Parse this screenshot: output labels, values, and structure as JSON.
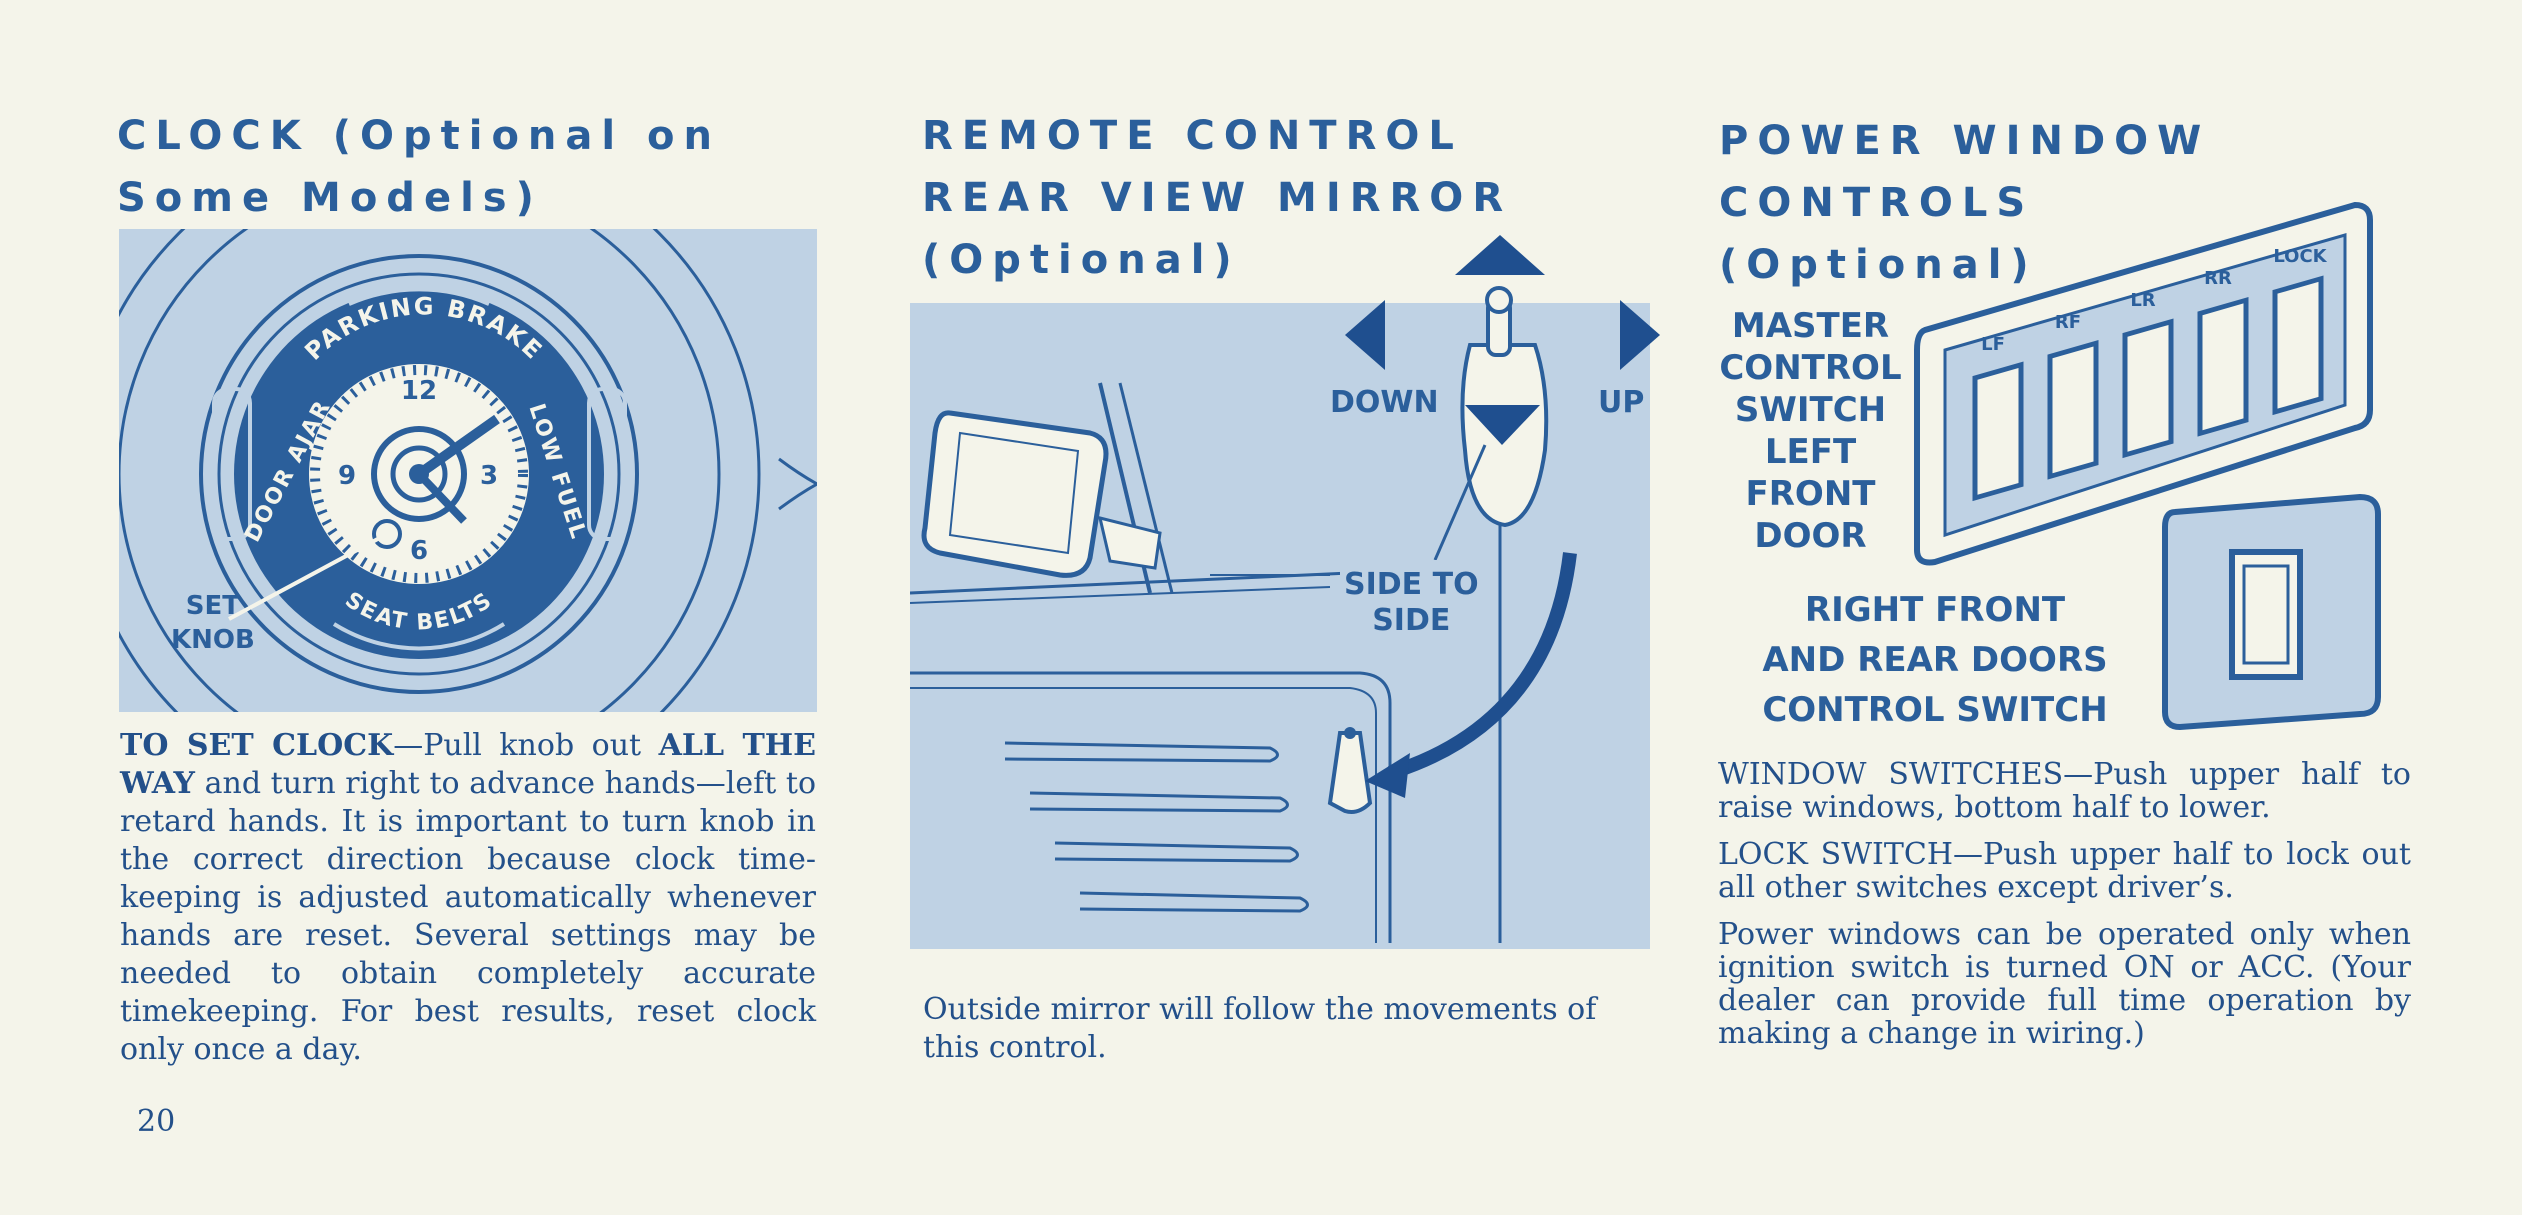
{
  "clock": {
    "heading_line1": "CLOCK (Optional on",
    "heading_line2": "Some Models)",
    "dial": {
      "top_label": "PARKING BRAKE",
      "left_label": "DOOR AJAR",
      "right_label": "LOW FUEL",
      "bottom_label": "SEAT BELTS",
      "numerals": [
        "12",
        "3",
        "6",
        "9"
      ]
    },
    "callout_set": "SET",
    "callout_knob": "KNOB",
    "lead": "TO SET CLOCK",
    "dash": "—",
    "text_1": "Pull knob out ",
    "emphasis": "ALL THE WAY",
    "text_2": " and turn right to advance hands—left to retard hands. It is important to turn knob in the correct direction because clock time-keeping is adjusted automatically whenever hands are reset. Several settings may be needed to obtain completely accurate timekeeping. For best results, reset clock only once a day."
  },
  "mirror": {
    "heading_line1": "REMOTE CONTROL",
    "heading_line2": "REAR VIEW MIRROR",
    "heading_line3": "(Optional)",
    "label_down": "DOWN",
    "label_up": "UP",
    "label_side_line1": "SIDE TO",
    "label_side_line2": "SIDE",
    "caption": "Outside mirror will follow the movements of this control."
  },
  "power_window": {
    "heading_line1": "POWER WINDOW",
    "heading_line2": "CONTROLS",
    "heading_line3": "(Optional)",
    "master_label_lines": [
      "MASTER",
      "CONTROL",
      "SWITCH",
      "LEFT",
      "FRONT",
      "DOOR"
    ],
    "right_label_lines": [
      "RIGHT FRONT",
      "AND REAR DOORS",
      "CONTROL SWITCH"
    ],
    "switch_labels": [
      "LF",
      "RF",
      "LR",
      "RR",
      "LOCK"
    ],
    "p1_lead": "WINDOW SWITCHES",
    "p1_dash": "—",
    "p1_text": "Push upper half to raise windows, bottom half to lower.",
    "p2_lead": "LOCK SWITCH",
    "p2_dash": "—",
    "p2_text": "Push upper half to lock out all other switches except driver’s.",
    "p3_text": "Power windows can be operated only when ignition switch is turned ON or ACC. (Your dealer can provide full time operation by making a change in wiring.)"
  },
  "page_number": "20",
  "colors": {
    "ink": "#2b5f9b",
    "dark_ink": "#1f4f8f",
    "panel": "#bfd2e4",
    "paper": "#f4f4ea"
  }
}
